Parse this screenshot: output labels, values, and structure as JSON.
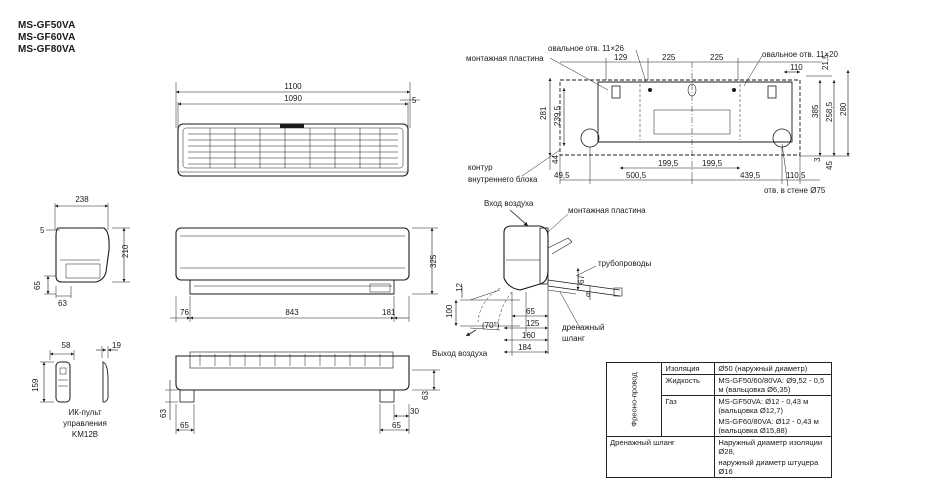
{
  "models": [
    "MS-GF50VA",
    "MS-GF60VA",
    "MS-GF80VA"
  ],
  "front_view": {
    "overall_width": "1100",
    "body_width": "1090",
    "offset": "5"
  },
  "side_view": {
    "depth": "238",
    "offset_top": "5",
    "height": "210",
    "height_low": "65",
    "base_depth": "63"
  },
  "front_view2": {
    "height": "325",
    "left": "76",
    "middle": "843",
    "right": "181"
  },
  "bottom_view": {
    "height": "63",
    "left": "65",
    "right_outer": "65",
    "right_inner": "30"
  },
  "remote": {
    "width": "58",
    "thickness": "19",
    "height": "159",
    "label": [
      "ИК-пульт",
      "управления",
      "KM12B"
    ]
  },
  "plate": {
    "label_plate": "монтажная пластина",
    "label_oval_left": "овальное отв. 11×26",
    "label_oval_right": "овальное отв. 11×20",
    "label_contour": [
      "контур",
      "внутреннего блока"
    ],
    "label_wall_hole": "отв. в стене Ø75",
    "top": [
      "129",
      "225",
      "225"
    ],
    "right_top": [
      "110",
      "21,5"
    ],
    "left_side": [
      "281",
      "239,5",
      "44"
    ],
    "right_side": [
      "385",
      "258,5",
      "280",
      "3",
      "45"
    ],
    "bottom_inner": [
      "199,5",
      "199,5"
    ],
    "bottom": [
      "49,5",
      "500,5",
      "439,5",
      "110,5"
    ]
  },
  "install": {
    "label_air_in": "Вход воздуха",
    "label_plate": "монтажная пластина",
    "label_pipes": "трубопроводы",
    "label_air_out": "Выход воздуха",
    "label_drain": [
      "дренажный",
      "шланг"
    ],
    "angle": "(70°)",
    "dims": [
      "12",
      "67",
      "100",
      "65",
      "125",
      "160",
      "184",
      "6"
    ]
  },
  "spec_table": {
    "group": "Фреоно-провод",
    "rows": [
      {
        "name": "Изоляция",
        "value": "Ø50 (наружный диаметр)"
      },
      {
        "name": "Жидкость",
        "value": "MS-GF50/60/80VA: Ø9,52 - 0,5 м  (вальцовка Ø6,35)"
      },
      {
        "name": "Газ",
        "value": "MS-GF50VA: Ø12 - 0,43 м  (вальцовка Ø12,7)",
        "value2": "MS-GF60/80VA: Ø12 - 0,43 м  (вальцовка Ø15,88)"
      }
    ],
    "drain": {
      "name": "Дренажный шланг",
      "value": "Наружный диаметр изоляции Ø28,",
      "value2": "наружный диаметр штуцера Ø16"
    }
  }
}
